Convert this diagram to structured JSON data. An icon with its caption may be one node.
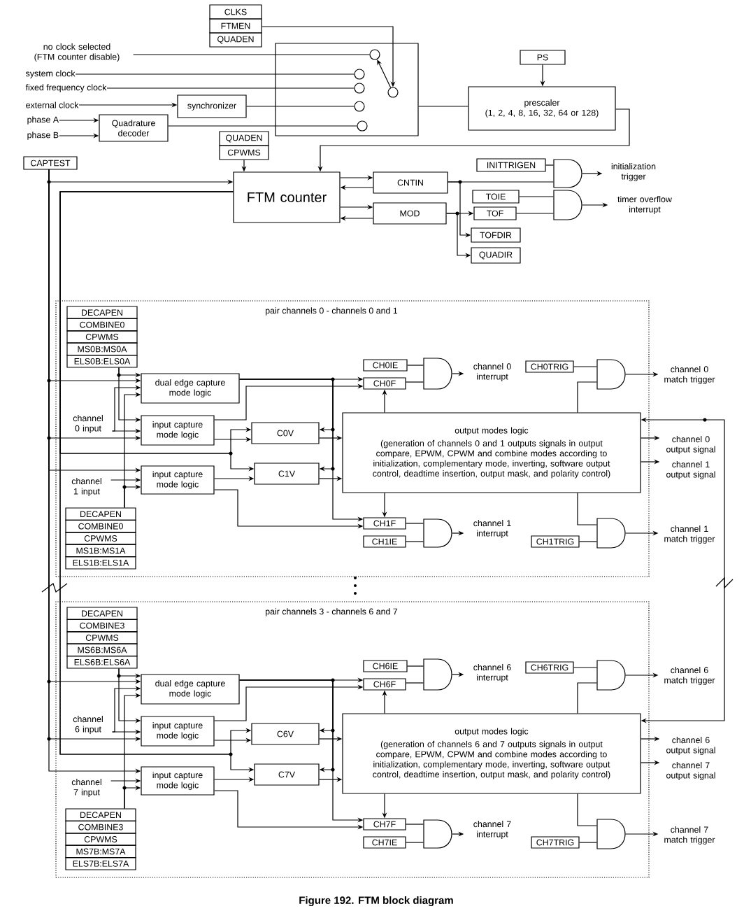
{
  "diagram": {
    "caption": "Figure 192. FTM block diagram",
    "nodes": [
      {
        "text": [
          "CLKS"
        ]
      },
      {
        "text": [
          "FTMEN"
        ]
      },
      {
        "text": [
          "QUADEN"
        ]
      },
      {
        "text": [
          "no clock selected (FTM counter disable)"
        ]
      },
      {
        "text": [
          "system clock"
        ]
      },
      {
        "text": [
          "fixed frequency clock"
        ]
      },
      {
        "text": [
          "external clock"
        ]
      },
      {
        "text": [
          "phase A"
        ]
      },
      {
        "text": [
          "phase B"
        ]
      },
      {
        "text": [
          "synchronizer"
        ]
      },
      {
        "text": [
          "Quadrature decoder"
        ]
      },
      {
        "text": [],
        "shape": "box"
      },
      {
        "text": [],
        "shape": "circle",
        "in": 11
      },
      {
        "text": [],
        "shape": "circle",
        "in": 11
      },
      {
        "text": [],
        "shape": "circle",
        "in": 11
      },
      {
        "text": [],
        "shape": "circle",
        "in": 11
      },
      {
        "text": [],
        "shape": "circle",
        "in": 11
      },
      {
        "text": [],
        "shape": "circle",
        "in": 11
      },
      {
        "text": [
          "PS"
        ]
      },
      {
        "text": [
          "prescaler",
          "(1, 2, 4, 8, 16, 32, 64 or 128)"
        ]
      },
      {
        "text": [
          "QUADEN"
        ]
      },
      {
        "text": [
          "CPWMS"
        ]
      },
      {
        "text": [
          "CAPTEST"
        ]
      },
      {
        "text": [
          "FTM counter"
        ]
      },
      {
        "text": [
          "CNTIN"
        ]
      },
      {
        "text": [
          "MOD"
        ]
      },
      {
        "text": [
          "INITTRIGEN"
        ]
      },
      {
        "text": [],
        "shape": "gate"
      },
      {
        "text": [
          "initialization trigger"
        ]
      },
      {
        "text": [
          "TOIE"
        ]
      },
      {
        "text": [
          "TOF"
        ]
      },
      {
        "text": [],
        "shape": "gate"
      },
      {
        "text": [
          "timer overflow interrupt"
        ]
      },
      {
        "text": [
          "TOFDIR"
        ]
      },
      {
        "text": [
          "QUADIR"
        ]
      },
      {
        "text": [
          "pair channels 0 - channels 0 and 1"
        ]
      },
      {
        "text": [
          "DECAPEN"
        ],
        "in": 35
      },
      {
        "text": [
          "COMBINE0"
        ],
        "in": 35
      },
      {
        "text": [
          "CPWMS"
        ],
        "in": 35
      },
      {
        "text": [
          "MS0B:MS0A"
        ],
        "in": 35
      },
      {
        "text": [
          "ELS0B:ELS0A"
        ],
        "in": 35
      },
      {
        "text": [
          "dual edge capture mode logic"
        ],
        "in": 35
      },
      {
        "text": [
          "channel 0 input"
        ],
        "in": 35
      },
      {
        "text": [
          "input capture mode logic"
        ],
        "in": 35
      },
      {
        "text": [
          "channel 1 input"
        ],
        "in": 35
      },
      {
        "text": [
          "input capture mode logic"
        ],
        "in": 35
      },
      {
        "text": [
          "DECAPEN"
        ],
        "in": 35
      },
      {
        "text": [
          "COMBINE0"
        ],
        "in": 35
      },
      {
        "text": [
          "CPWMS"
        ],
        "in": 35
      },
      {
        "text": [
          "MS1B:MS1A"
        ],
        "in": 35
      },
      {
        "text": [
          "ELS1B:ELS1A"
        ],
        "in": 35
      },
      {
        "text": [
          "C0V"
        ],
        "in": 35
      },
      {
        "text": [
          "C1V"
        ],
        "in": 35
      },
      {
        "text": [
          "CH0IE"
        ],
        "in": 35
      },
      {
        "text": [
          "CH0F"
        ],
        "in": 35
      },
      {
        "text": [],
        "shape": "gate",
        "in": 35
      },
      {
        "text": [
          "channel 0 interrupt"
        ],
        "in": 35
      },
      {
        "text": [
          "output modes logic",
          "(generation of channels 0 and 1 outputs signals in output compare, EPWM, CPWM and combine modes according to initialization, complementary mode, inverting, software output control, deadtime insertion, output mask, and polarity control)"
        ],
        "in": 35
      },
      {
        "text": [
          "CH1F"
        ],
        "in": 35
      },
      {
        "text": [
          "CH1IE"
        ],
        "in": 35
      },
      {
        "text": [],
        "shape": "gate",
        "in": 35
      },
      {
        "text": [
          "channel 1 interrupt"
        ],
        "in": 35
      },
      {
        "text": [
          "CH0TRIG"
        ],
        "in": 35
      },
      {
        "text": [],
        "shape": "gate",
        "in": 35
      },
      {
        "text": [
          "channel 0 match trigger"
        ]
      },
      {
        "text": [
          "channel 0 output signal"
        ]
      },
      {
        "text": [
          "channel 1 output signal"
        ]
      },
      {
        "text": [
          "CH1TRIG"
        ],
        "in": 35
      },
      {
        "text": [],
        "shape": "gate",
        "in": 35
      },
      {
        "text": [
          "channel 1 match trigger"
        ]
      },
      {
        "text": [
          "pair channels 3 - channels 6 and 7"
        ]
      },
      {
        "text": [
          "DECAPEN"
        ],
        "in": 70
      },
      {
        "text": [
          "COMBINE3"
        ],
        "in": 70
      },
      {
        "text": [
          "CPWMS"
        ],
        "in": 70
      },
      {
        "text": [
          "MS6B:MS6A"
        ],
        "in": 70
      },
      {
        "text": [
          "ELS6B:ELS6A"
        ],
        "in": 70
      },
      {
        "text": [
          "dual edge capture mode logic"
        ],
        "in": 70
      },
      {
        "text": [
          "channel 6 input"
        ],
        "in": 70
      },
      {
        "text": [
          "input capture mode logic"
        ],
        "in": 70
      },
      {
        "text": [
          "channel 7 input"
        ],
        "in": 70
      },
      {
        "text": [
          "input capture mode logic"
        ],
        "in": 70
      },
      {
        "text": [
          "DECAPEN"
        ],
        "in": 70
      },
      {
        "text": [
          "COMBINE3"
        ],
        "in": 70
      },
      {
        "text": [
          "CPWMS"
        ],
        "in": 70
      },
      {
        "text": [
          "MS7B:MS7A"
        ],
        "in": 70
      },
      {
        "text": [
          "ELS7B:ELS7A"
        ],
        "in": 70
      },
      {
        "text": [
          "C6V"
        ],
        "in": 70
      },
      {
        "text": [
          "C7V"
        ],
        "in": 70
      },
      {
        "text": [
          "CH6IE"
        ],
        "in": 70
      },
      {
        "text": [
          "CH6F"
        ],
        "in": 70
      },
      {
        "text": [],
        "shape": "gate",
        "in": 70
      },
      {
        "text": [
          "channel 6 interrupt"
        ],
        "in": 70
      },
      {
        "text": [
          "output modes logic",
          "(generation of channels 6 and 7 outputs signals in output compare, EPWM, CPWM and combine modes according to initialization, complementary mode, inverting, software output control, deadtime insertion, output mask, and polarity control)"
        ],
        "in": 70
      },
      {
        "text": [
          "CH7F"
        ],
        "in": 70
      },
      {
        "text": [
          "CH7IE"
        ],
        "in": 70
      },
      {
        "text": [],
        "shape": "gate",
        "in": 70
      },
      {
        "text": [
          "channel 7 interrupt"
        ],
        "in": 70
      },
      {
        "text": [
          "CH6TRIG"
        ],
        "in": 70
      },
      {
        "text": [],
        "shape": "gate",
        "in": 70
      },
      {
        "text": [
          "channel 6 match trigger"
        ]
      },
      {
        "text": [
          "channel 6 output signal"
        ]
      },
      {
        "text": [
          "channel 7 output signal"
        ]
      },
      {
        "text": [
          "CH7TRIG"
        ],
        "in": 70
      },
      {
        "text": [],
        "shape": "gate",
        "in": 70
      },
      {
        "text": [
          "channel 7 match trigger"
        ]
      }
    ],
    "edges": [
      {
        "from": 1,
        "to": 17,
        "arrow": "to"
      },
      {
        "from": 3,
        "to": 12,
        "arrow": "none"
      },
      {
        "from": 4,
        "to": 13,
        "arrow": "none"
      },
      {
        "from": 5,
        "to": 14,
        "arrow": "none"
      },
      {
        "from": 6,
        "to": 9,
        "arrow": "to"
      },
      {
        "from": 9,
        "to": 15,
        "arrow": "none"
      },
      {
        "from": 7,
        "to": 10,
        "arrow": "to"
      },
      {
        "from": 8,
        "to": 10,
        "arrow": "to"
      },
      {
        "from": 10,
        "to": 16,
        "arrow": "none"
      },
      {
        "from": 11,
        "to": 19,
        "arrow": "none"
      },
      {
        "from": 18,
        "to": 19,
        "arrow": "to"
      },
      {
        "from": 19,
        "to": 23,
        "arrow": "to"
      },
      {
        "from": 21,
        "to": 23,
        "arrow": "to"
      },
      {
        "from": 22,
        "to": 23,
        "arrow": "to"
      },
      {
        "from": 23,
        "to": 24,
        "arrow": "to"
      },
      {
        "from": 24,
        "to": 23,
        "arrow": "to"
      },
      {
        "from": 23,
        "to": 25,
        "arrow": "to"
      },
      {
        "from": 25,
        "to": 23,
        "arrow": "to"
      },
      {
        "from": 26,
        "to": 27,
        "arrow": "none"
      },
      {
        "from": 24,
        "to": 27,
        "arrow": "none"
      },
      {
        "from": 27,
        "to": 28,
        "arrow": "to"
      },
      {
        "from": 24,
        "to": 33,
        "arrow": "to"
      },
      {
        "from": 25,
        "to": 30,
        "arrow": "to"
      },
      {
        "from": 25,
        "to": 34,
        "arrow": "to"
      },
      {
        "from": 29,
        "to": 31,
        "arrow": "none"
      },
      {
        "from": 30,
        "to": 31,
        "arrow": "none"
      },
      {
        "from": 31,
        "to": 32,
        "arrow": "to"
      },
      {
        "from": 22,
        "to": 41,
        "arrow": "to"
      },
      {
        "from": 22,
        "to": 43,
        "arrow": "to"
      },
      {
        "from": 22,
        "to": 45,
        "arrow": "to"
      },
      {
        "from": 23,
        "to": 51,
        "arrow": "to"
      },
      {
        "from": 23,
        "to": 52,
        "arrow": "to"
      },
      {
        "from": 40,
        "to": 41,
        "arrow": "to"
      },
      {
        "from": 40,
        "to": 43,
        "arrow": "to"
      },
      {
        "from": 42,
        "to": 43,
        "arrow": "to"
      },
      {
        "from": 42,
        "to": 41,
        "arrow": "to"
      },
      {
        "from": 44,
        "to": 45,
        "arrow": "to"
      },
      {
        "from": 46,
        "to": 45,
        "arrow": "to"
      },
      {
        "from": 46,
        "to": 41,
        "arrow": "to"
      },
      {
        "from": 41,
        "to": 54,
        "arrow": "to"
      },
      {
        "from": 43,
        "to": 54,
        "arrow": "to"
      },
      {
        "from": 43,
        "to": 51,
        "arrow": "to"
      },
      {
        "from": 45,
        "to": 52,
        "arrow": "to"
      },
      {
        "from": 45,
        "to": 58,
        "arrow": "to"
      },
      {
        "from": 41,
        "to": 58,
        "arrow": "to"
      },
      {
        "from": 41,
        "to": 51,
        "arrow": "to"
      },
      {
        "from": 41,
        "to": 52,
        "arrow": "to"
      },
      {
        "from": 51,
        "to": 57,
        "arrow": "to"
      },
      {
        "from": 52,
        "to": 57,
        "arrow": "to"
      },
      {
        "from": 57,
        "to": 54,
        "arrow": "to"
      },
      {
        "from": 57,
        "to": 58,
        "arrow": "to"
      },
      {
        "from": 53,
        "to": 55,
        "arrow": "none"
      },
      {
        "from": 54,
        "to": 55,
        "arrow": "none"
      },
      {
        "from": 55,
        "to": 56,
        "arrow": "to"
      },
      {
        "from": 58,
        "to": 60,
        "arrow": "none"
      },
      {
        "from": 59,
        "to": 60,
        "arrow": "none"
      },
      {
        "from": 60,
        "to": 61,
        "arrow": "to"
      },
      {
        "from": 62,
        "to": 63,
        "arrow": "none"
      },
      {
        "from": 57,
        "to": 63,
        "arrow": "none"
      },
      {
        "from": 63,
        "to": 64,
        "arrow": "to"
      },
      {
        "from": 57,
        "to": 65,
        "arrow": "to"
      },
      {
        "from": 57,
        "to": 66,
        "arrow": "to"
      },
      {
        "from": 57,
        "to": 68,
        "arrow": "none"
      },
      {
        "from": 67,
        "to": 68,
        "arrow": "none"
      },
      {
        "from": 68,
        "to": 69,
        "arrow": "to"
      },
      {
        "from": 22,
        "to": 76,
        "arrow": "to"
      },
      {
        "from": 22,
        "to": 78,
        "arrow": "to"
      },
      {
        "from": 22,
        "to": 80,
        "arrow": "to"
      },
      {
        "from": 23,
        "to": 86,
        "arrow": "to"
      },
      {
        "from": 23,
        "to": 87,
        "arrow": "to"
      },
      {
        "from": 75,
        "to": 76,
        "arrow": "to"
      },
      {
        "from": 75,
        "to": 78,
        "arrow": "to"
      },
      {
        "from": 77,
        "to": 78,
        "arrow": "to"
      },
      {
        "from": 77,
        "to": 76,
        "arrow": "to"
      },
      {
        "from": 79,
        "to": 80,
        "arrow": "to"
      },
      {
        "from": 81,
        "to": 80,
        "arrow": "to"
      },
      {
        "from": 81,
        "to": 76,
        "arrow": "to"
      },
      {
        "from": 76,
        "to": 89,
        "arrow": "to"
      },
      {
        "from": 78,
        "to": 89,
        "arrow": "to"
      },
      {
        "from": 78,
        "to": 86,
        "arrow": "to"
      },
      {
        "from": 80,
        "to": 87,
        "arrow": "to"
      },
      {
        "from": 80,
        "to": 93,
        "arrow": "to"
      },
      {
        "from": 76,
        "to": 93,
        "arrow": "to"
      },
      {
        "from": 76,
        "to": 86,
        "arrow": "to"
      },
      {
        "from": 76,
        "to": 87,
        "arrow": "to"
      },
      {
        "from": 86,
        "to": 92,
        "arrow": "to"
      },
      {
        "from": 87,
        "to": 92,
        "arrow": "to"
      },
      {
        "from": 92,
        "to": 89,
        "arrow": "to"
      },
      {
        "from": 92,
        "to": 93,
        "arrow": "to"
      },
      {
        "from": 88,
        "to": 90,
        "arrow": "none"
      },
      {
        "from": 89,
        "to": 90,
        "arrow": "none"
      },
      {
        "from": 90,
        "to": 91,
        "arrow": "to"
      },
      {
        "from": 93,
        "to": 95,
        "arrow": "none"
      },
      {
        "from": 94,
        "to": 95,
        "arrow": "none"
      },
      {
        "from": 95,
        "to": 96,
        "arrow": "to"
      },
      {
        "from": 97,
        "to": 98,
        "arrow": "none"
      },
      {
        "from": 92,
        "to": 98,
        "arrow": "none"
      },
      {
        "from": 98,
        "to": 99,
        "arrow": "to"
      },
      {
        "from": 92,
        "to": 100,
        "arrow": "to"
      },
      {
        "from": 92,
        "to": 101,
        "arrow": "to"
      },
      {
        "from": 92,
        "to": 103,
        "arrow": "none"
      },
      {
        "from": 102,
        "to": 103,
        "arrow": "none"
      },
      {
        "from": 103,
        "to": 104,
        "arrow": "to"
      },
      {
        "from": 57,
        "to": 92,
        "arrow": "both"
      },
      {
        "from": 17,
        "to": 12,
        "arrow": "to"
      }
    ]
  }
}
